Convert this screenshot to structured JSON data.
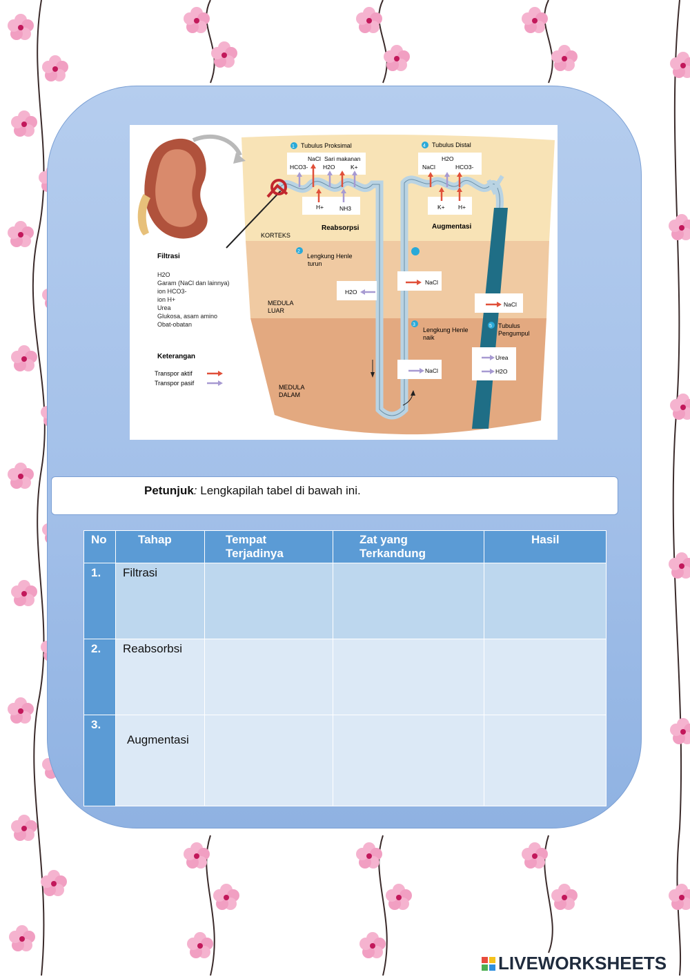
{
  "diagram": {
    "filtrasi_title": "Filtrasi",
    "filtrasi_items": [
      "H2O",
      "Garam (NaCl dan lainnya)",
      "ion HCO3-",
      "ion H+",
      "Urea",
      "Glukosa, asam amino",
      "Obat-obatan"
    ],
    "keterangan_title": "Keterangan",
    "legend_active": "Transpor aktif",
    "legend_passive": "Transpor pasif",
    "korteks": "KORTEKS",
    "medula_luar_1": "MEDULA",
    "medula_luar_2": "LUAR",
    "medula_dalam_1": "MEDULA",
    "medula_dalam_2": "DALAM",
    "tubulus_proksimal": "Tubulus Proksimal",
    "tubulus_distal": "Tubulus Distal",
    "reabsorpsi": "Reabsorpsi",
    "augmentasi": "Augmentasi",
    "lengkung_turun_1": "Lengkung Henle",
    "lengkung_turun_2": "turun",
    "lengkung_naik_1": "Lengkung Henle",
    "lengkung_naik_2": "naik",
    "tubulus_pengumpul_1": "Tubulus",
    "tubulus_pengumpul_2": "Pengumpul",
    "prox_top": [
      "HCO3-",
      "NaCl",
      "H2O",
      "K+"
    ],
    "sari_makanan": "Sari makanan",
    "prox_bottom": [
      "H+",
      "NH3"
    ],
    "distal_top": [
      "NaCl",
      "H2O",
      "HCO3-"
    ],
    "distal_bottom": [
      "K+",
      "H+"
    ],
    "h2o": "H2O",
    "nacl": "NaCl",
    "urea": "Urea",
    "num1": "1",
    "num2": "2",
    "num3": "3",
    "num4": "4",
    "num5": "5",
    "colors": {
      "cortex": "#f8e3b6",
      "outer_medulla": "#f0caa2",
      "inner_medulla": "#e3a980",
      "active": "#e0503a",
      "passive": "#a79ad2",
      "tubule": "#b9d3e3",
      "duct": "#1f6e86",
      "step": "#29a9d8"
    }
  },
  "instruction": {
    "label": "Petunjuk",
    "colon": ":",
    "text": " Lengkapilah tabel di bawah ini."
  },
  "table": {
    "headers": [
      "No",
      "Tahap",
      "Tempat Terjadinya",
      "Zat yang Terkandung",
      "Hasil"
    ],
    "rows": [
      {
        "no": "1.",
        "tahap": "Filtrasi"
      },
      {
        "no": "2.",
        "tahap": "Reabsorbsi"
      },
      {
        "no": "3.",
        "tahap": "Augmentasi"
      }
    ]
  },
  "branding": {
    "text": "LIVEWORKSHEETS",
    "logo_colors": [
      "#e84c3d",
      "#f4c21c",
      "#4caf50",
      "#2f8fdd"
    ]
  }
}
